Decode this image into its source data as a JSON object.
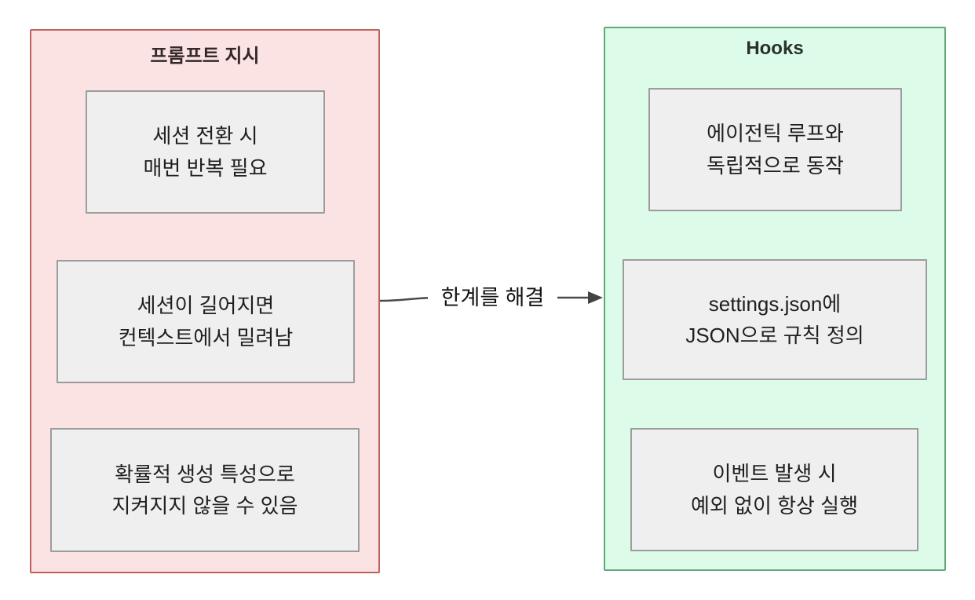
{
  "diagram": {
    "left_group": {
      "title": "프롬프트 지시",
      "fill_color": "#fce3e3",
      "border_color": "#c0605c",
      "items": [
        {
          "line1": "세션 전환 시",
          "line2": "매번 반복 필요"
        },
        {
          "line1": "세션이 길어지면",
          "line2": "컨텍스트에서 밀려남"
        },
        {
          "line1": "확률적 생성 특성으로",
          "line2": "지켜지지 않을 수 있음"
        }
      ]
    },
    "right_group": {
      "title": "Hooks",
      "fill_color": "#dcfbe9",
      "border_color": "#5fa878",
      "items": [
        {
          "line1": "에이전틱 루프와",
          "line2": "독립적으로 동작"
        },
        {
          "line1": "settings.json에",
          "line2": "JSON으로 규칙 정의"
        },
        {
          "line1": "이벤트 발생 시",
          "line2": "예외 없이 항상 실행"
        }
      ]
    },
    "edge": {
      "label": "한계를 해결",
      "arrow_color": "#4a4a4a"
    },
    "node_style": {
      "fill_color": "#efefef",
      "border_color": "#9c9c9c",
      "text_color": "#1f1f1f"
    }
  }
}
